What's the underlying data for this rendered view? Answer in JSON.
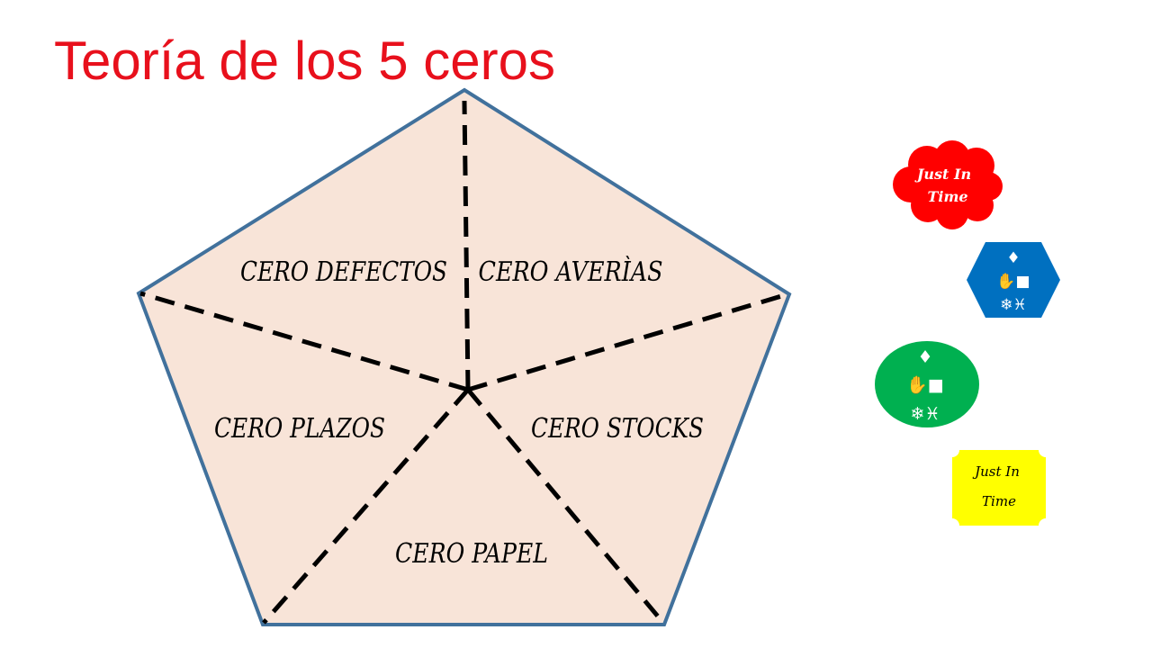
{
  "title": "Teoría de los 5 ceros",
  "pentagon": {
    "fill_color": "#f8e4d8",
    "stroke_color": "#41719c",
    "zones": [
      {
        "label": "CERO DEFECTOS"
      },
      {
        "label": "CERO AVERÌAS"
      },
      {
        "label": "CERO PLAZOS"
      },
      {
        "label": "CERO STOCKS"
      },
      {
        "label": "CERO PAPEL"
      }
    ]
  },
  "badges": {
    "cloud": {
      "text_line1": "Just In",
      "text_line2": "Time",
      "color": "#ff0000"
    },
    "hexagon": {
      "glyph_rows": [
        "♦",
        "✋■",
        "❄♓"
      ],
      "color": "#0070c0",
      "icons": [
        "diamond-icon",
        "hand-icon",
        "square-icon",
        "snowflake-icon",
        "pisces-icon"
      ]
    },
    "ellipse": {
      "glyph_rows": [
        "♦",
        "✋■",
        "❄♓"
      ],
      "color": "#00b050",
      "icons": [
        "diamond-icon",
        "hand-icon",
        "square-icon",
        "snowflake-icon",
        "pisces-icon"
      ]
    },
    "plaque": {
      "text_line1": "Just In",
      "text_line2": "Time",
      "color": "#ffff00"
    }
  }
}
